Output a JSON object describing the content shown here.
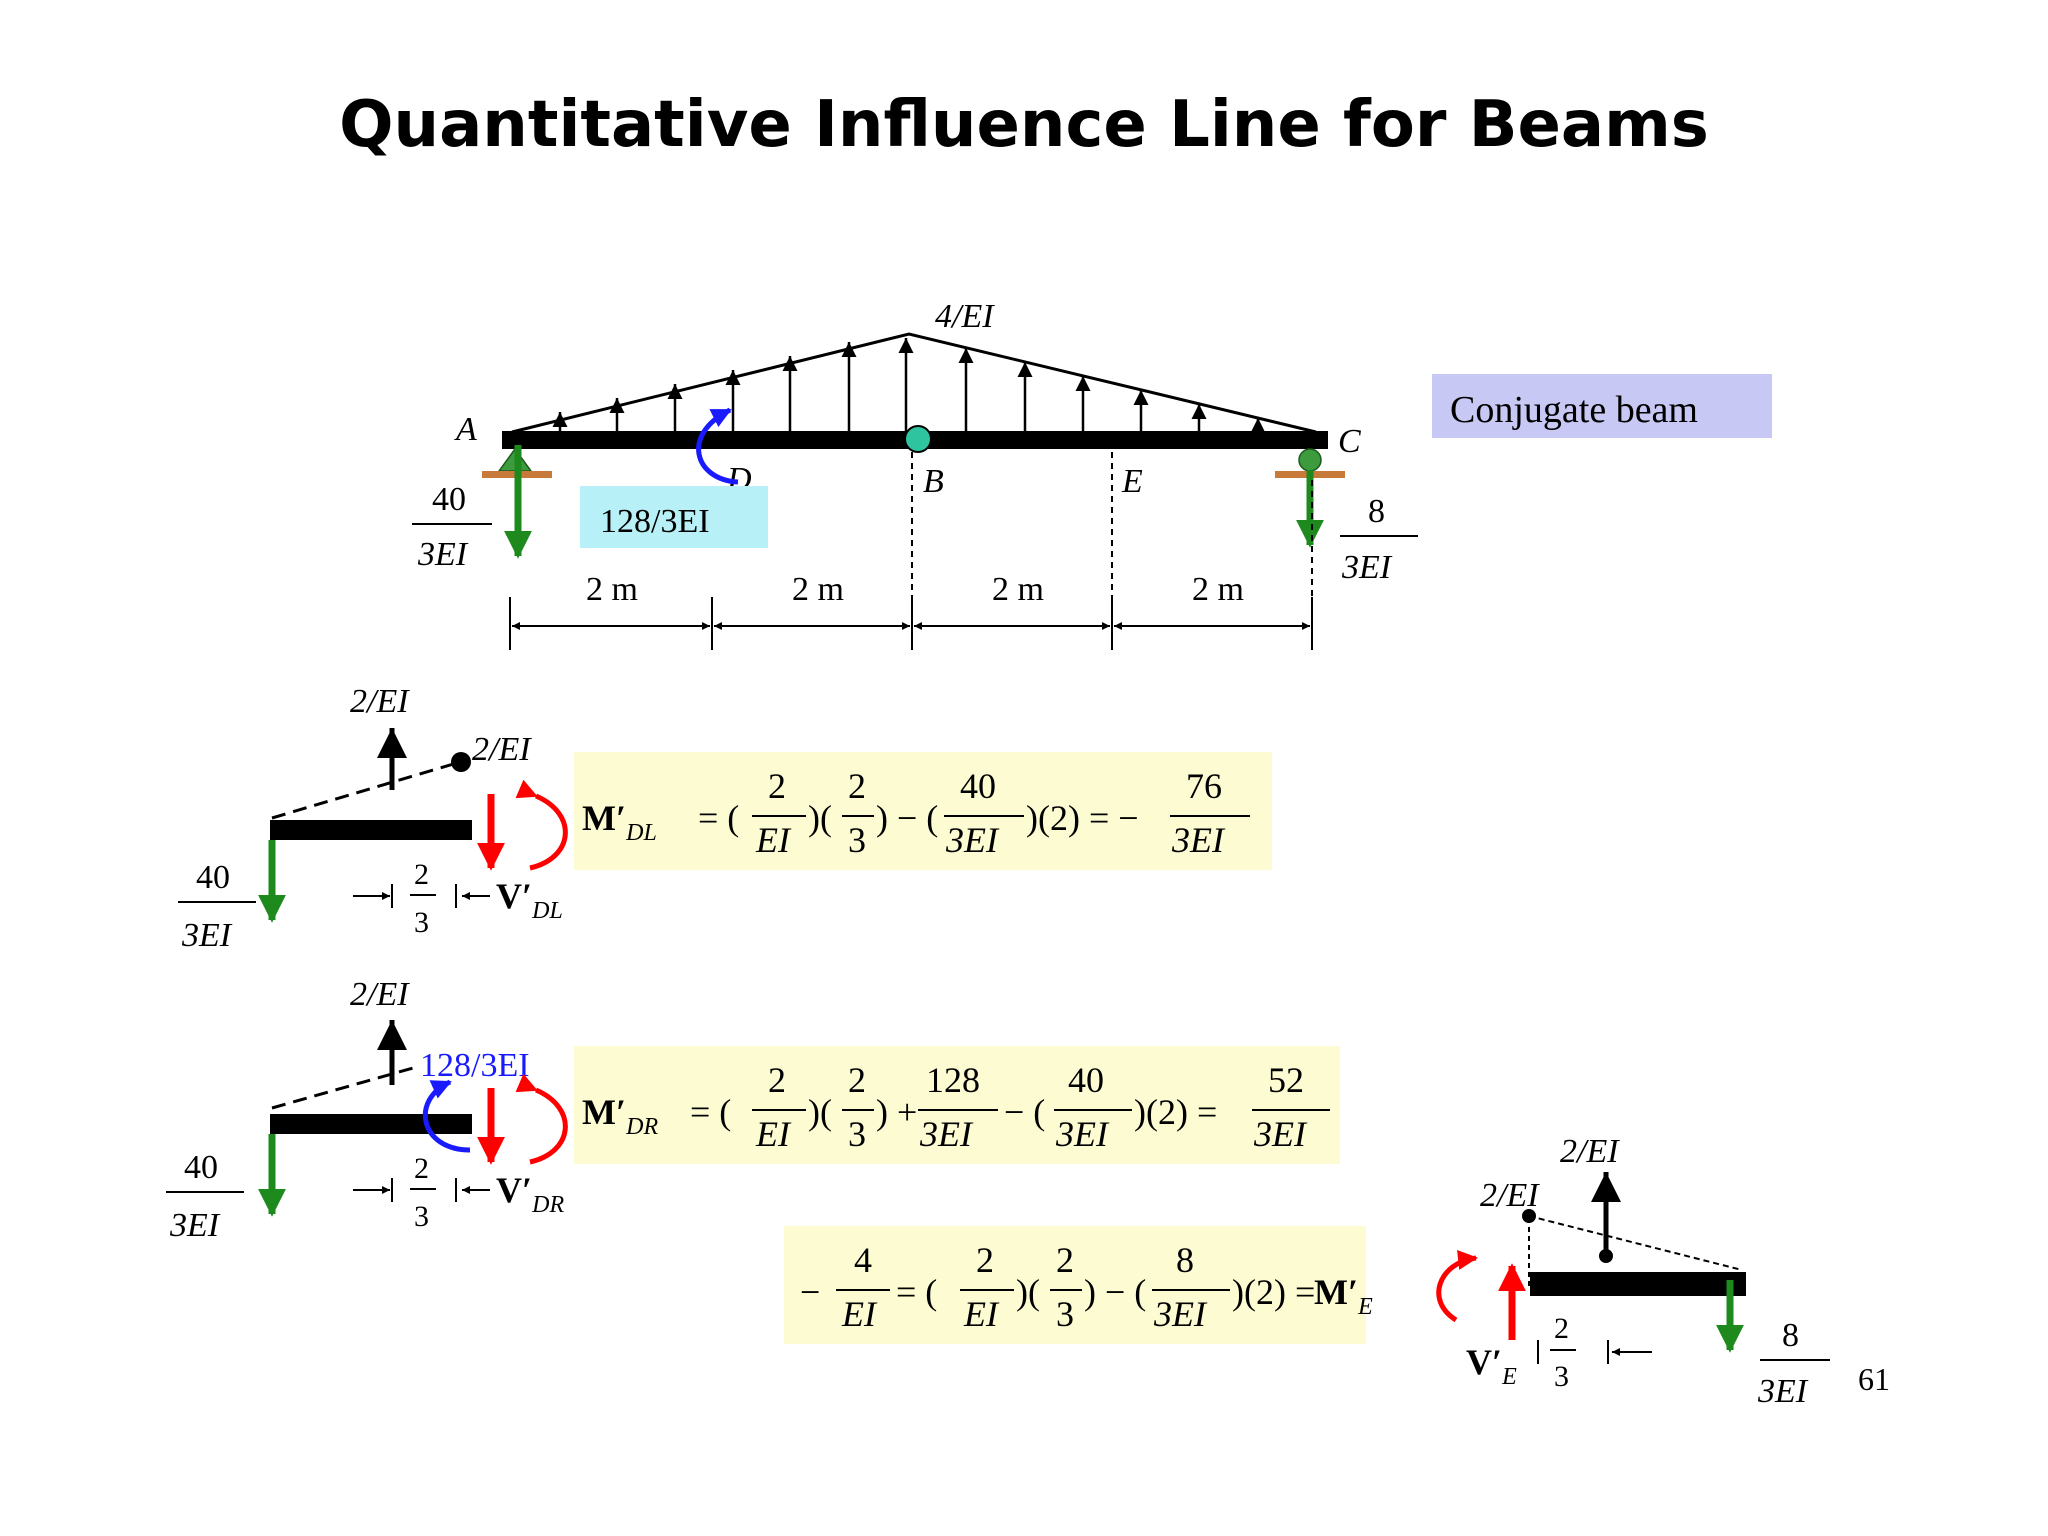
{
  "slide": {
    "title": "Quantitative Influence Line for Beams",
    "page_number": "61"
  },
  "colors": {
    "beam": "#000000",
    "reaction_arrow": "#1e8a1e",
    "internal_force": "#ff0000",
    "applied_moment": "#1a1aff",
    "hinge": "#2ec4a0",
    "support": "#3d9a3d",
    "support_base": "#c87a3a",
    "equation_box": "#fdfbd2",
    "load_label_box": "#b8f0f8",
    "caption_box": "#c8c8f4"
  },
  "conjugate_beam": {
    "caption": "Conjugate beam",
    "peak_load": "4/EI",
    "point_A": "A",
    "point_B": "B",
    "point_C": "C",
    "point_D": "D",
    "point_E": "E",
    "moment_D": "128/3EI",
    "reaction_A": {
      "num": "40",
      "den": "3EI"
    },
    "reaction_C": {
      "num": "8",
      "den": "3EI"
    },
    "spans": [
      "2 m",
      "2 m",
      "2 m",
      "2 m"
    ]
  },
  "fbd_DL": {
    "load": "2/EI",
    "end_load": "2/EI",
    "reaction": {
      "num": "40",
      "den": "3EI"
    },
    "distance": {
      "num": "2",
      "den": "3"
    },
    "shear_label": "V′",
    "shear_sub": "DL",
    "equation": {
      "lhs": "M′",
      "lhs_sub": "DL",
      "t1": {
        "num": "2",
        "den": "EI"
      },
      "t2": {
        "num": "2",
        "den": "3"
      },
      "t3": {
        "num": "40",
        "den": "3EI"
      },
      "t3_tail": ")(2) = −",
      "result": {
        "num": "76",
        "den": "3EI"
      }
    }
  },
  "fbd_DR": {
    "load": "2/EI",
    "moment": "128/3EI",
    "reaction": {
      "num": "40",
      "den": "3EI"
    },
    "distance": {
      "num": "2",
      "den": "3"
    },
    "shear_label": "V′",
    "shear_sub": "DR",
    "equation": {
      "lhs": "M′",
      "lhs_sub": "DR",
      "t1": {
        "num": "2",
        "den": "EI"
      },
      "t2": {
        "num": "2",
        "den": "3"
      },
      "t3": {
        "num": "128",
        "den": "3EI"
      },
      "t4": {
        "num": "40",
        "den": "3EI"
      },
      "t4_tail": ")(2) =",
      "result": {
        "num": "52",
        "den": "3EI"
      }
    }
  },
  "fbd_E": {
    "load_top": "2/EI",
    "load_side": "2/EI",
    "reaction": {
      "num": "8",
      "den": "3EI"
    },
    "distance": {
      "num": "2",
      "den": "3"
    },
    "shear_label": "V′",
    "shear_sub": "E",
    "equation": {
      "lhs": {
        "num": "4",
        "den": "EI"
      },
      "t1": {
        "num": "2",
        "den": "EI"
      },
      "t2": {
        "num": "2",
        "den": "3"
      },
      "t3": {
        "num": "8",
        "den": "3EI"
      },
      "t3_tail": ")(2) =",
      "rhs": "M′",
      "rhs_sub": "E"
    }
  }
}
